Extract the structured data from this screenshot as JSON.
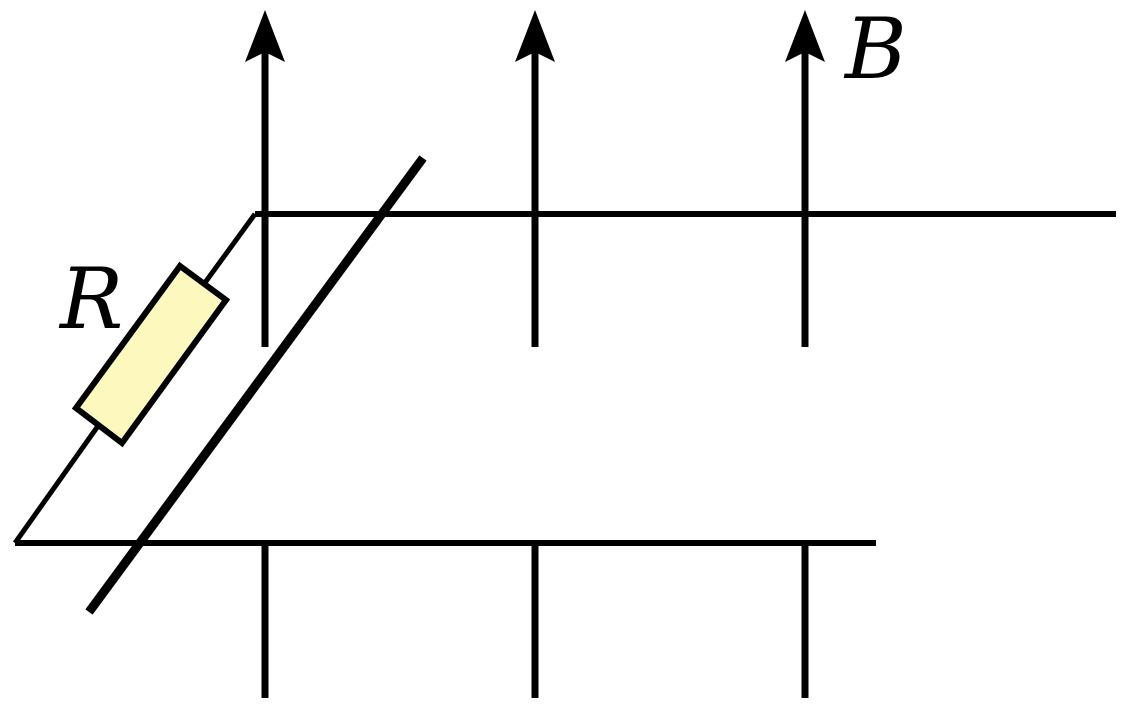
{
  "labels": {
    "field": "B",
    "resistor": "R"
  },
  "colors": {
    "line": "#000000",
    "resistor_fill": "#fdf8bd",
    "background": "#ffffff"
  },
  "components": {
    "field_arrow_count": 3,
    "resistor": "resistor",
    "rod": "conducting-rod",
    "rails": "parallel-rails"
  }
}
